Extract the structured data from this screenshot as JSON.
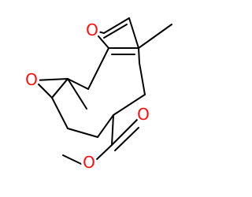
{
  "molecule": {
    "atoms": [
      {
        "id": "furan_o",
        "label": "O",
        "color": "#ff0d0d"
      },
      {
        "id": "epoxide_o",
        "label": "O",
        "color": "#ff0d0d"
      },
      {
        "id": "carbonyl_o",
        "label": "O",
        "color": "#ff0d0d"
      },
      {
        "id": "ester_o",
        "label": "O",
        "color": "#ff0d0d"
      }
    ],
    "bond_color": "#000000",
    "heteroatom_color": "#ff0d0d"
  }
}
